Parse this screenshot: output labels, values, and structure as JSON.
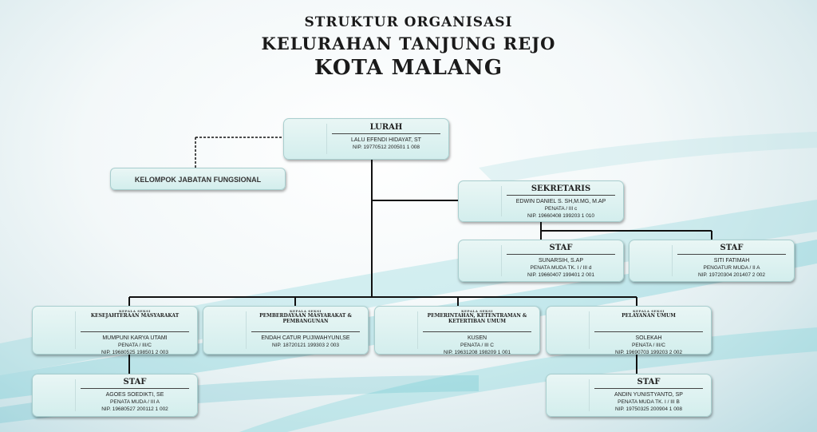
{
  "title": {
    "line1": "STRUKTUR ORGANISASI",
    "line2": "KELURAHAN TANJUNG REJO",
    "line3": "KOTA MALANG"
  },
  "kelompok": {
    "label": "KELOMPOK JABATAN FUNGSIONAL"
  },
  "lurah": {
    "role": "LURAH",
    "name": "LALU EFENDI HIDAYAT, ST",
    "rank": "",
    "nip": "NIP. 19770512 200501 1 008"
  },
  "sekretaris": {
    "role": "SEKRETARIS",
    "name": "EDWIN DANIEL S. SH,M.MG, M.AP",
    "rank": "PENATA / III c",
    "nip": "NIP. 19660408 199203 1 010"
  },
  "staf_sekretaris_1": {
    "role": "STAF",
    "name": "SUNARSIH, S.AP",
    "rank": "PENATA MUDA TK. I / III d",
    "nip": "NIP. 19660407 199401 2 001"
  },
  "staf_sekretaris_2": {
    "role": "STAF",
    "name": "SITI FATIMAH",
    "rank": "PENGATUR MUDA / II A",
    "nip": "NIP. 19720304 201407 2 002"
  },
  "seksi_kesejahteraan": {
    "unit": "KEPALA SEKSI",
    "role": "KESEJAHTERAAN MASYARAKAT",
    "name": "MUMPUNI KARYA UTAMI",
    "rank": "PENATA / III/C",
    "nip": "NIP. 19680525 198501 2 003"
  },
  "seksi_pemberdayaan": {
    "unit": "KEPALA SEKSI",
    "role": "PEMBERDAYAAN MASYARAKAT & PEMBANGUNAN",
    "name": "ENDAH CATUR PUJIWAHYUNI,SE",
    "rank": "",
    "nip": "NIP. 18720121 199303 2 003"
  },
  "seksi_pemerintahan": {
    "unit": "KEPALA SEKSI",
    "role": "PEMERINTAHAN, KETENTRAMAN & KETERTIBAN UMUM",
    "name": "KUSEN",
    "rank": "PENATA / III C",
    "nip": "NIP. 19631208 198209 1 001"
  },
  "seksi_pelayanan": {
    "unit": "KEPALA SEKSI",
    "role": "PELAYANAN UMUM",
    "name": "SOLEKAH",
    "rank": "PENATA / III/C",
    "nip": "NIP. 19690703 199203 2 002"
  },
  "staf_kesejahteraan": {
    "role": "STAF",
    "name": "AGOES SOEDIKTI, SE",
    "rank": "PENATA MUDA / III A",
    "nip": "NIP. 19680527 200112 1 002"
  },
  "staf_pelayanan": {
    "role": "STAF",
    "name": "ANDIN YUNISTYANTO, SP",
    "rank": "PENATA MUDA TK. I / III B",
    "nip": "NIP. 19750325 200904 1 008"
  }
}
